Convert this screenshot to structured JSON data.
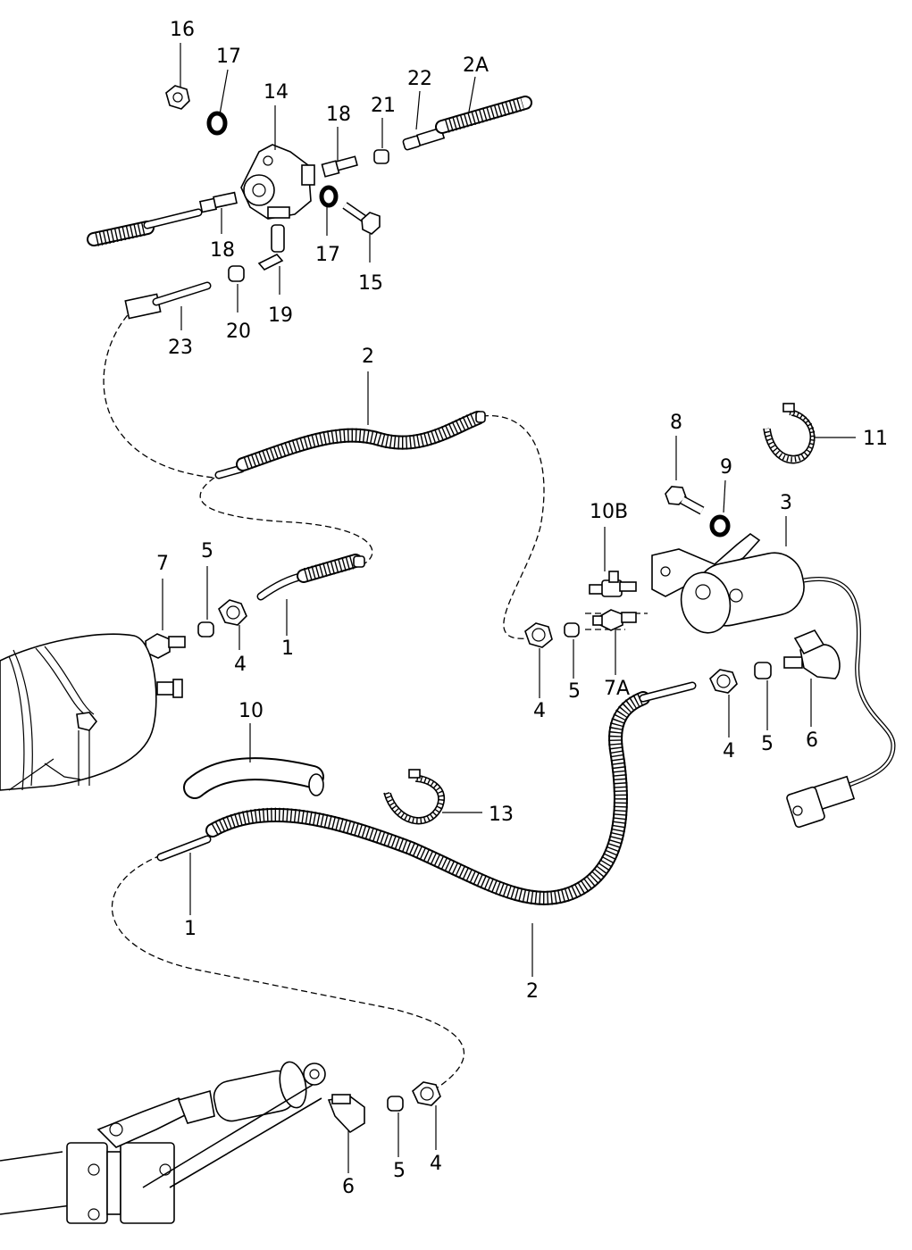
{
  "diagram": {
    "callouts": {
      "c16": "16",
      "c17a": "17",
      "c14": "14",
      "c18a": "18",
      "c21": "21",
      "c22": "22",
      "c2A": "2A",
      "c18b": "18",
      "c17b": "17",
      "c15": "15",
      "c19": "19",
      "c20": "20",
      "c23": "23",
      "c2a": "2",
      "c8": "8",
      "c11": "11",
      "c9": "9",
      "c10B": "10B",
      "c3": "3",
      "c7": "7",
      "c5a": "5",
      "c4a": "4",
      "c1a": "1",
      "c4b": "4",
      "c5b": "5",
      "c7A": "7A",
      "c4c": "4",
      "c5c": "5",
      "c6a": "6",
      "c10": "10",
      "c13": "13",
      "c1b": "1",
      "c2b": "2",
      "c6b": "6",
      "c5d": "5",
      "c4d": "4"
    }
  }
}
